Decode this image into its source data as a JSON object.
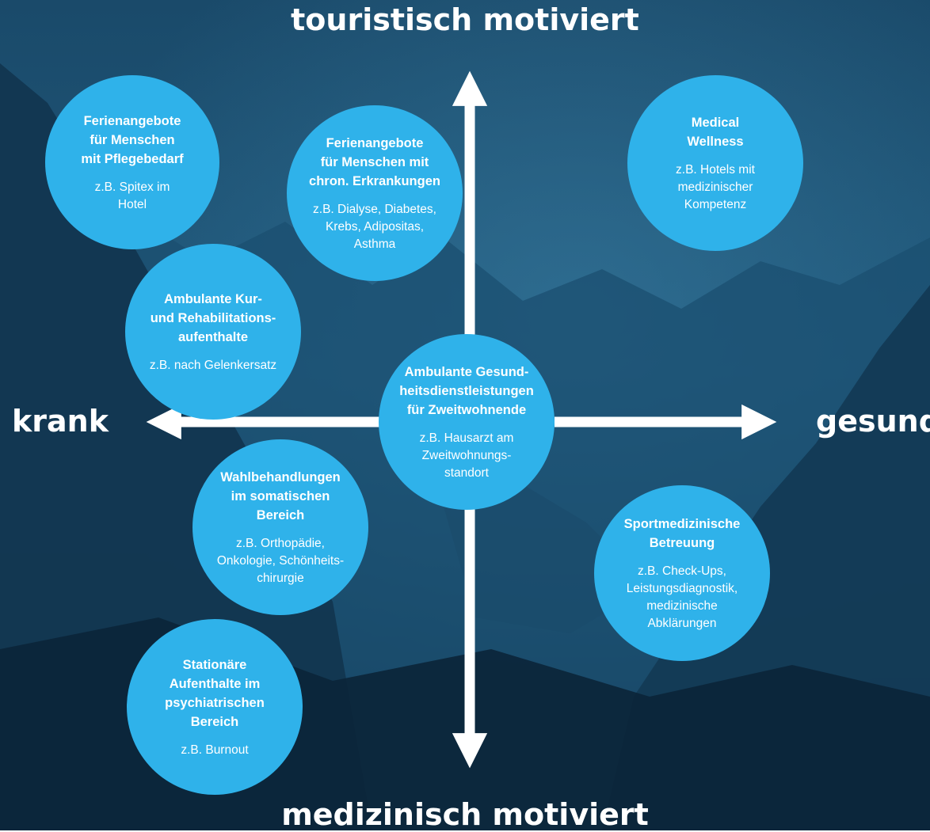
{
  "colors": {
    "bubble": "#2fb2ea",
    "background_dark": "#0d2a40",
    "background_mid": "#1f5b7c",
    "arrow": "#ffffff",
    "text": "#ffffff"
  },
  "axes": {
    "top": "touristisch motiviert",
    "bottom": "medizinisch motiviert",
    "left": "krank",
    "right": "gesund"
  },
  "bubbles": [
    {
      "title": "Ferienangebote\nfür Menschen\nmit Pflegebedarf",
      "desc": "z.B. Spitex im\nHotel"
    },
    {
      "title": "Ferienangebote\nfür Menschen mit\nchron. Erkrankungen",
      "desc": "z.B. Dialyse, Diabetes,\nKrebs, Adipositas,\nAsthma"
    },
    {
      "title": "Medical\nWellness",
      "desc": "z.B. Hotels mit\nmedizinischer\nKompetenz"
    },
    {
      "title": "Ambulante Kur-\nund Rehabilitations-\naufenthalte",
      "desc": "z.B. nach Gelenkersatz"
    },
    {
      "title": "Ambulante Gesund-\nheitsdienstleistungen\nfür Zweitwohnende",
      "desc": "z.B. Hausarzt am\nZweitwohnungs-\nstandort"
    },
    {
      "title": "Wahlbehandlungen\nim somatischen\nBereich",
      "desc": "z.B. Orthopädie,\nOnkologie, Schönheits-\nchirurgie"
    },
    {
      "title": "Sportmedizinische\nBetreuung",
      "desc": "z.B. Check-Ups,\nLeistungsdiagnostik,\nmedizinische\nAbklärungen"
    },
    {
      "title": "Stationäre\nAufenthalte im\npsychiatrischen\nBereich",
      "desc": "z.B. Burnout"
    }
  ]
}
